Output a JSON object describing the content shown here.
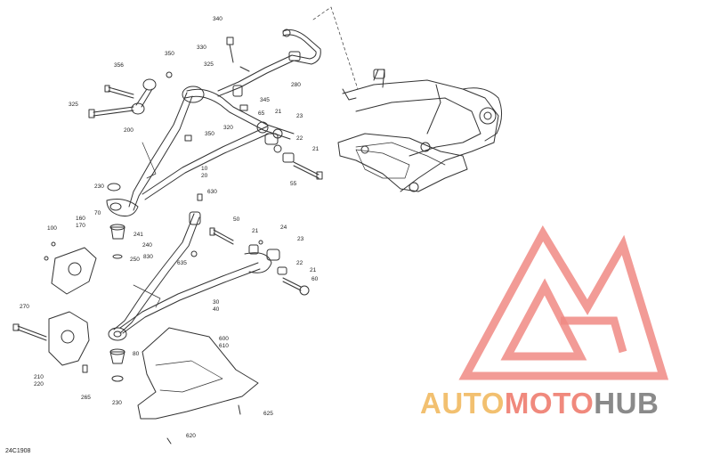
{
  "diagram_code": "24C1908",
  "brand": {
    "part1": "AUTO",
    "part2": "MOTO",
    "part3": "HUB"
  },
  "colors": {
    "logo_red": "#f08a84",
    "brand_yellow": "#f2c070",
    "brand_gray": "#8a8a8a",
    "line": "#333333"
  },
  "labels": [
    {
      "id": "340a",
      "text": "340"
    },
    {
      "id": "330a",
      "text": "330"
    },
    {
      "id": "350a",
      "text": "350"
    },
    {
      "id": "356",
      "text": "356"
    },
    {
      "id": "325a",
      "text": "325"
    },
    {
      "id": "325b",
      "text": "325"
    },
    {
      "id": "280",
      "text": "280"
    },
    {
      "id": "345",
      "text": "345"
    },
    {
      "id": "200",
      "text": "200"
    },
    {
      "id": "320",
      "text": "320"
    },
    {
      "id": "65",
      "text": "65"
    },
    {
      "id": "21a",
      "text": "21"
    },
    {
      "id": "23a",
      "text": "23"
    },
    {
      "id": "350b",
      "text": "350"
    },
    {
      "id": "22a",
      "text": "22"
    },
    {
      "id": "21b",
      "text": "21"
    },
    {
      "id": "10",
      "text": "10"
    },
    {
      "id": "20",
      "text": "20"
    },
    {
      "id": "55",
      "text": "55"
    },
    {
      "id": "230a",
      "text": "230"
    },
    {
      "id": "630",
      "text": "630"
    },
    {
      "id": "70",
      "text": "70"
    },
    {
      "id": "160",
      "text": "160"
    },
    {
      "id": "170",
      "text": "170"
    },
    {
      "id": "100",
      "text": "100"
    },
    {
      "id": "241",
      "text": "241"
    },
    {
      "id": "240",
      "text": "240"
    },
    {
      "id": "250",
      "text": "250"
    },
    {
      "id": "830",
      "text": "830"
    },
    {
      "id": "50",
      "text": "50"
    },
    {
      "id": "21c",
      "text": "21"
    },
    {
      "id": "24",
      "text": "24"
    },
    {
      "id": "23b",
      "text": "23"
    },
    {
      "id": "635",
      "text": "635"
    },
    {
      "id": "22b",
      "text": "22"
    },
    {
      "id": "21d",
      "text": "21"
    },
    {
      "id": "60",
      "text": "60"
    },
    {
      "id": "270",
      "text": "270"
    },
    {
      "id": "30",
      "text": "30"
    },
    {
      "id": "40",
      "text": "40"
    },
    {
      "id": "600",
      "text": "600"
    },
    {
      "id": "610",
      "text": "610"
    },
    {
      "id": "80",
      "text": "80"
    },
    {
      "id": "210",
      "text": "210"
    },
    {
      "id": "220",
      "text": "220"
    },
    {
      "id": "230b",
      "text": "230"
    },
    {
      "id": "265",
      "text": "265"
    },
    {
      "id": "625",
      "text": "625"
    },
    {
      "id": "620",
      "text": "620"
    }
  ]
}
